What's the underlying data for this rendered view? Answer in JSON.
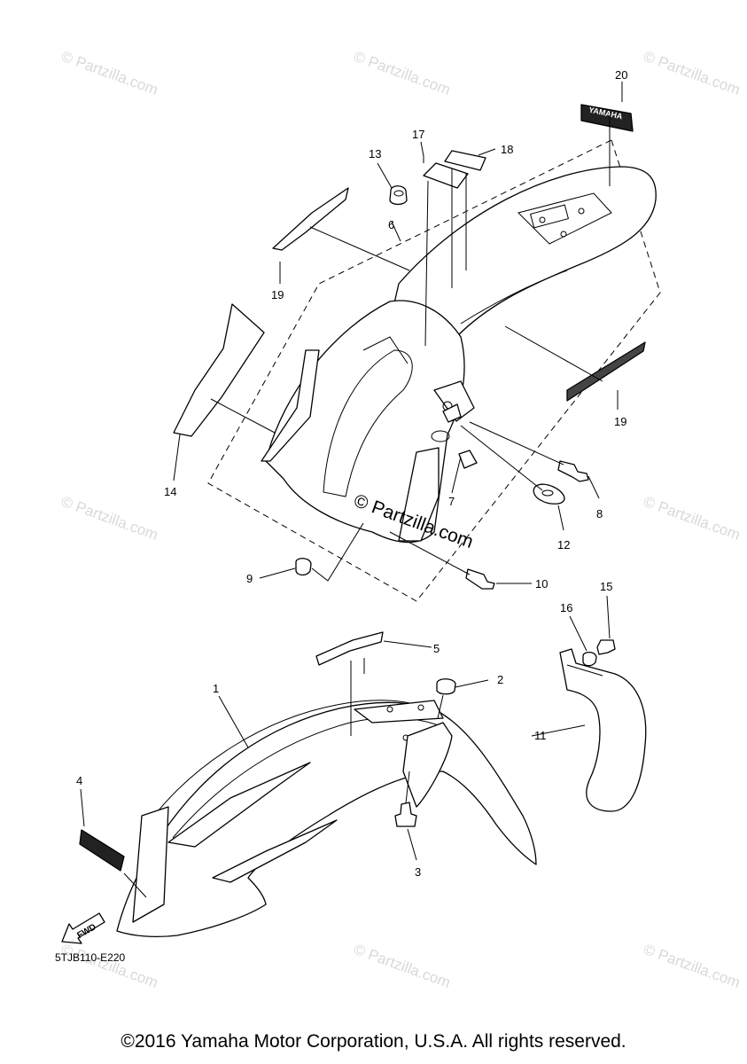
{
  "watermark": "© Partzilla.com",
  "diagram_code": "5TJB110-E220",
  "copyright": "©2016 Yamaha Motor Corporation, U.S.A. All rights reserved.",
  "decal_text": "YAMAHA",
  "fwd_text": "FWD",
  "callouts": [
    "1",
    "2",
    "3",
    "4",
    "5",
    "6",
    "7",
    "8",
    "9",
    "10",
    "11",
    "12",
    "13",
    "14",
    "15",
    "16",
    "17",
    "18",
    "19",
    "19",
    "20"
  ]
}
